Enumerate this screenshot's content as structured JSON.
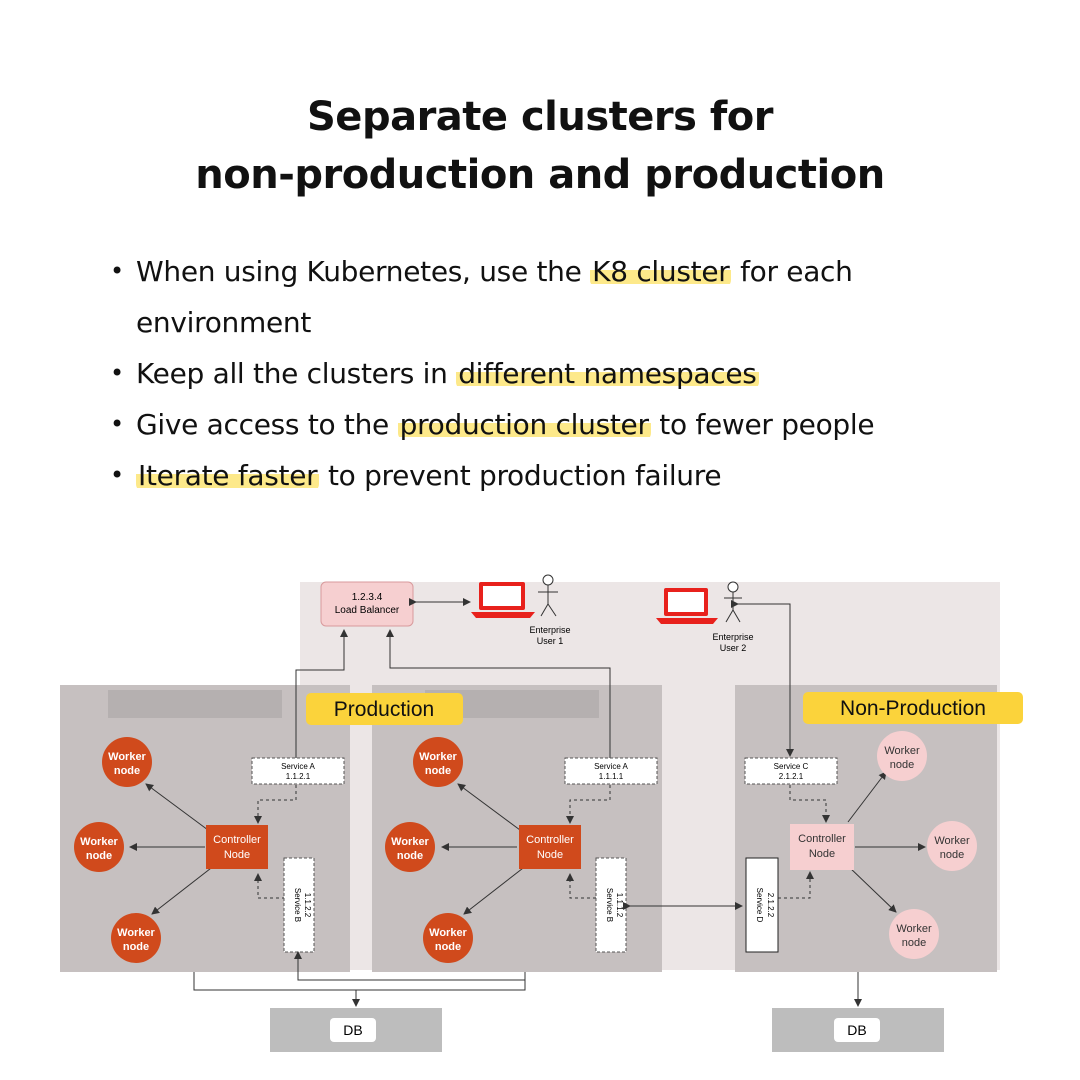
{
  "title": {
    "line1": "Separate clusters for",
    "line2": "non-production and production"
  },
  "bullets": [
    {
      "before": "When using Kubernetes, use the ",
      "highlight": "K8 cluster",
      "after": " for each environment"
    },
    {
      "before": "Keep all the clusters in ",
      "highlight": "different namespaces",
      "after": ""
    },
    {
      "before": "Give access to the ",
      "highlight": "production cluster",
      "after": " to fewer people"
    },
    {
      "before": "",
      "highlight": "Iterate faster",
      "after": " to prevent production failure"
    }
  ],
  "diagram": {
    "load_balancer": {
      "ip": "1.2.3.4",
      "label": "Load Balancer"
    },
    "users": [
      {
        "line1": "Enterprise",
        "line2": "User 1"
      },
      {
        "line1": "Enterprise",
        "line2": "User 2"
      }
    ],
    "tags": {
      "production": "Production",
      "non_production": "Non-Production"
    },
    "worker_label": {
      "line1": "Worker",
      "line2": "node"
    },
    "controller_label": {
      "line1": "Controller",
      "line2": "Node"
    },
    "services": {
      "a1": {
        "name": "Service A",
        "ip": "1.1.2.1"
      },
      "a2": {
        "name": "Service A",
        "ip": "1.1.1.1"
      },
      "c": {
        "name": "Service C",
        "ip": "2.1.2.1"
      },
      "b1": {
        "name": "Service B",
        "ip": "1.1.2.2"
      },
      "b2": {
        "name": "Service B",
        "ip": "1.1.1.2"
      },
      "d": {
        "name": "Service D",
        "ip": "2.1.2.2"
      }
    },
    "db": "DB",
    "colors": {
      "prod_node": "#d04a1c",
      "nonprod_node": "#f6cfd0",
      "load_balancer": "#f6cfd0",
      "laptop": "#e8211c",
      "panel": "#c6c0c0",
      "band": "#ece6e6",
      "highlight_tag": "#fbd33b",
      "db_box": "#bdbdbd"
    }
  }
}
